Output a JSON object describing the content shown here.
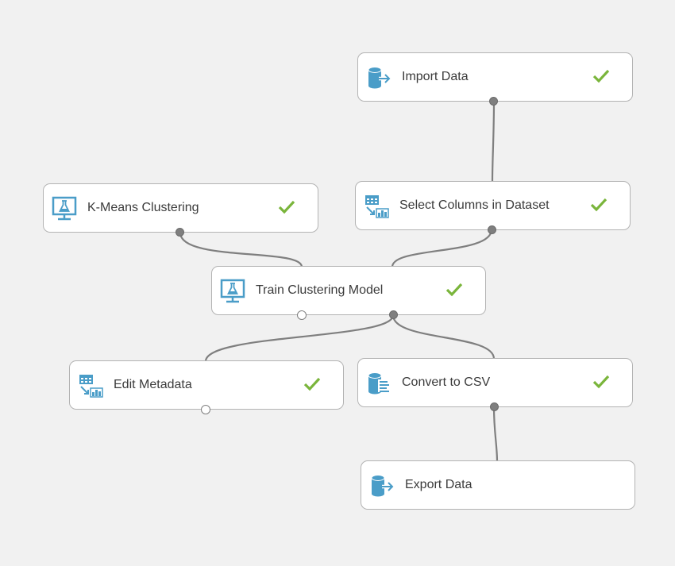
{
  "modules": [
    {
      "id": "import-data",
      "label": "Import Data",
      "icon": "import-data-icon",
      "status": "completed"
    },
    {
      "id": "k-means",
      "label": "K-Means Clustering",
      "icon": "model-flask-icon",
      "status": "completed"
    },
    {
      "id": "select-columns",
      "label": "Select Columns in Dataset",
      "icon": "table-transform-icon",
      "status": "completed"
    },
    {
      "id": "train-clustering",
      "label": "Train Clustering Model",
      "icon": "model-flask-icon",
      "status": "completed"
    },
    {
      "id": "edit-metadata",
      "label": "Edit Metadata",
      "icon": "table-transform-icon",
      "status": "completed"
    },
    {
      "id": "convert-csv",
      "label": "Convert to CSV",
      "icon": "convert-data-icon",
      "status": "completed"
    },
    {
      "id": "export-data",
      "label": "Export Data",
      "icon": "export-data-icon",
      "status": "none"
    }
  ],
  "connections": [
    {
      "from": "import-data",
      "to": "select-columns"
    },
    {
      "from": "k-means",
      "to": "train-clustering"
    },
    {
      "from": "select-columns",
      "to": "train-clustering"
    },
    {
      "from": "train-clustering",
      "to": "edit-metadata"
    },
    {
      "from": "train-clustering",
      "to": "convert-csv"
    },
    {
      "from": "convert-csv",
      "to": "export-data"
    }
  ],
  "colors": {
    "icon": "#4a9dc8",
    "check": "#7ab53b",
    "wire": "#7f7f7f",
    "canvas": "#f1f1f1",
    "module_border": "#b3b3b3"
  }
}
